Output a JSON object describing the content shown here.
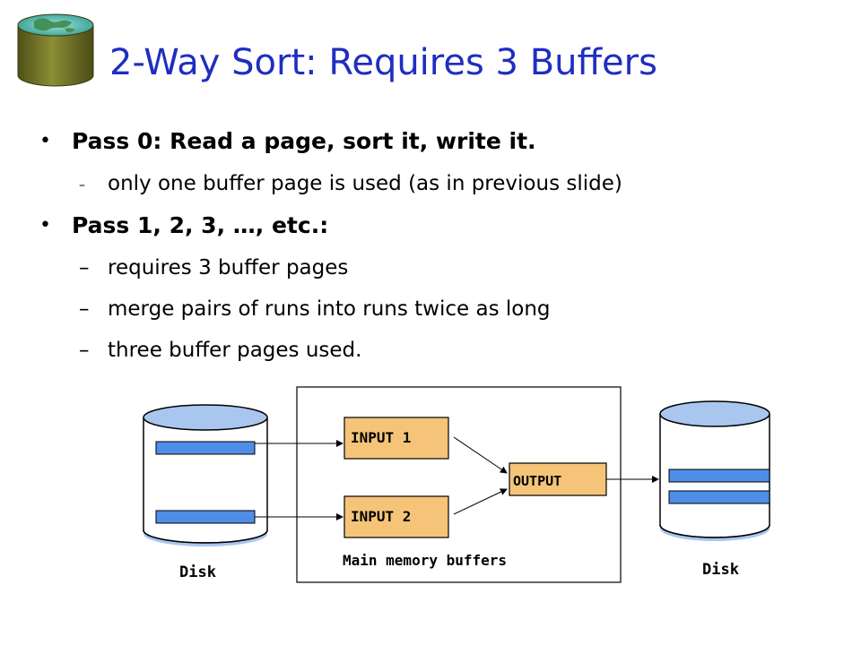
{
  "slide": {
    "title": "2-Way Sort: Requires 3 Buffers",
    "logo_icon": "database-globe-icon"
  },
  "bullets": [
    {
      "text": "Pass 0: Read a page, sort it, write it.",
      "subitems": [
        "only one buffer page is used (as in previous slide)"
      ]
    },
    {
      "text": "Pass 1, 2, 3, …, etc.:",
      "subitems": [
        "requires 3 buffer pages",
        "merge pairs of runs into runs twice as long",
        "three buffer pages used."
      ]
    }
  ],
  "diagram": {
    "input1_label": "INPUT 1",
    "input2_label": "INPUT 2",
    "output_label": "OUTPUT",
    "memory_label": "Main memory buffers",
    "left_disk_label": "Disk",
    "right_disk_label": "Disk",
    "colors": {
      "buffer_fill": "#f5c479",
      "disk_fill": "#a9c6ef",
      "page_fill": "#4f8ee6",
      "logo_fill": "#787a2a"
    }
  }
}
